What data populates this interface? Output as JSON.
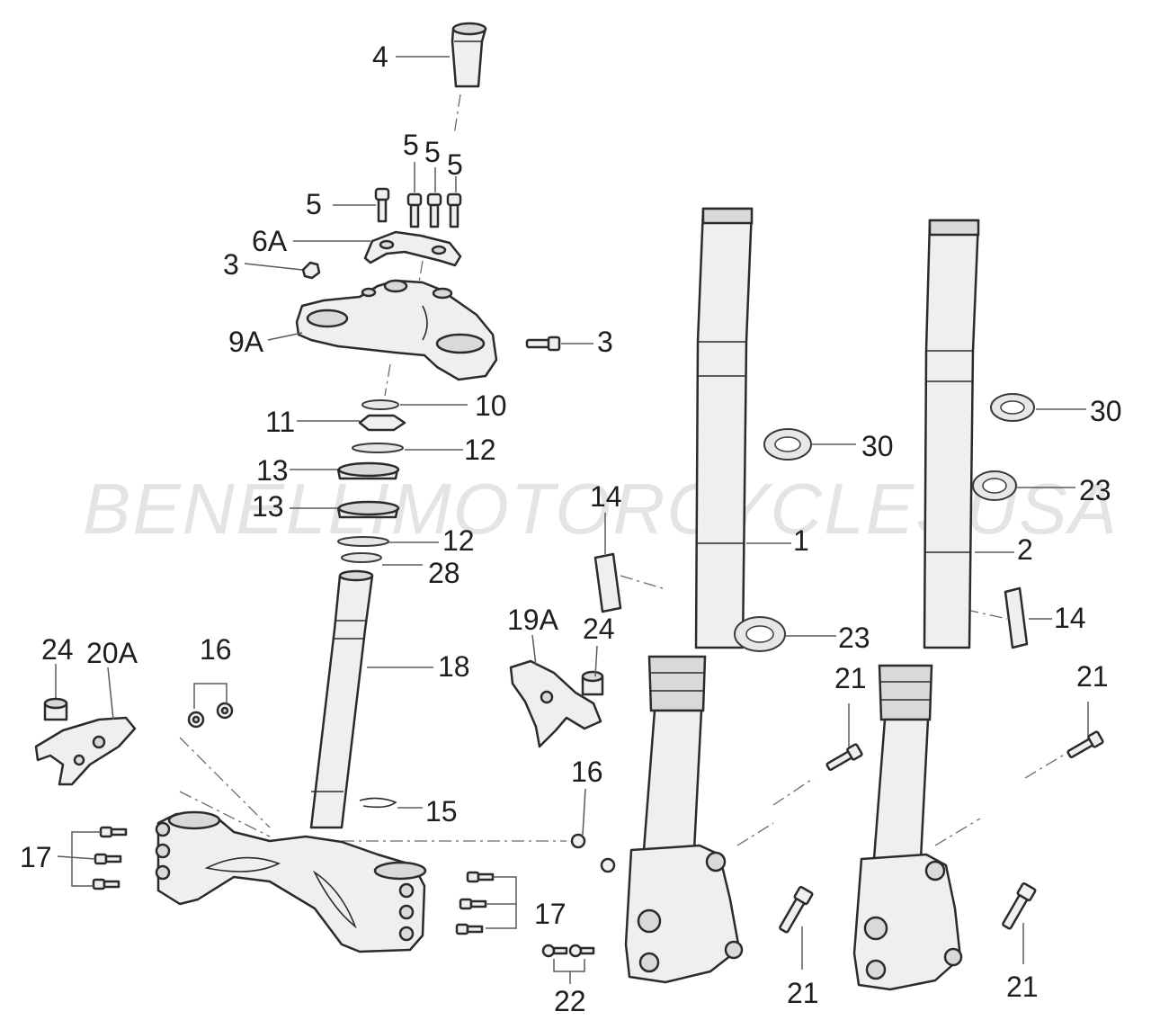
{
  "watermark": "BENELLIMOTORCYCLESUSA",
  "labels": {
    "l4": "4",
    "l5a": "5",
    "l5b": "5",
    "l5c": "5",
    "l5d": "5",
    "l6A": "6A",
    "l3a": "3",
    "l3b": "3",
    "l9A": "9A",
    "l10": "10",
    "l11": "11",
    "l12a": "12",
    "l12b": "12",
    "l13a": "13",
    "l13b": "13",
    "l28": "28",
    "l18": "18",
    "l15": "15",
    "l24a": "24",
    "l24b": "24",
    "l20A": "20A",
    "l16a": "16",
    "l16b": "16",
    "l17a": "17",
    "l17b": "17",
    "l22": "22",
    "l14a": "14",
    "l14b": "14",
    "l19A": "19A",
    "l1": "1",
    "l2": "2",
    "l30a": "30",
    "l30b": "30",
    "l23a": "23",
    "l23b": "23",
    "l21a": "21",
    "l21b": "21",
    "l21c": "21",
    "l21d": "21"
  }
}
